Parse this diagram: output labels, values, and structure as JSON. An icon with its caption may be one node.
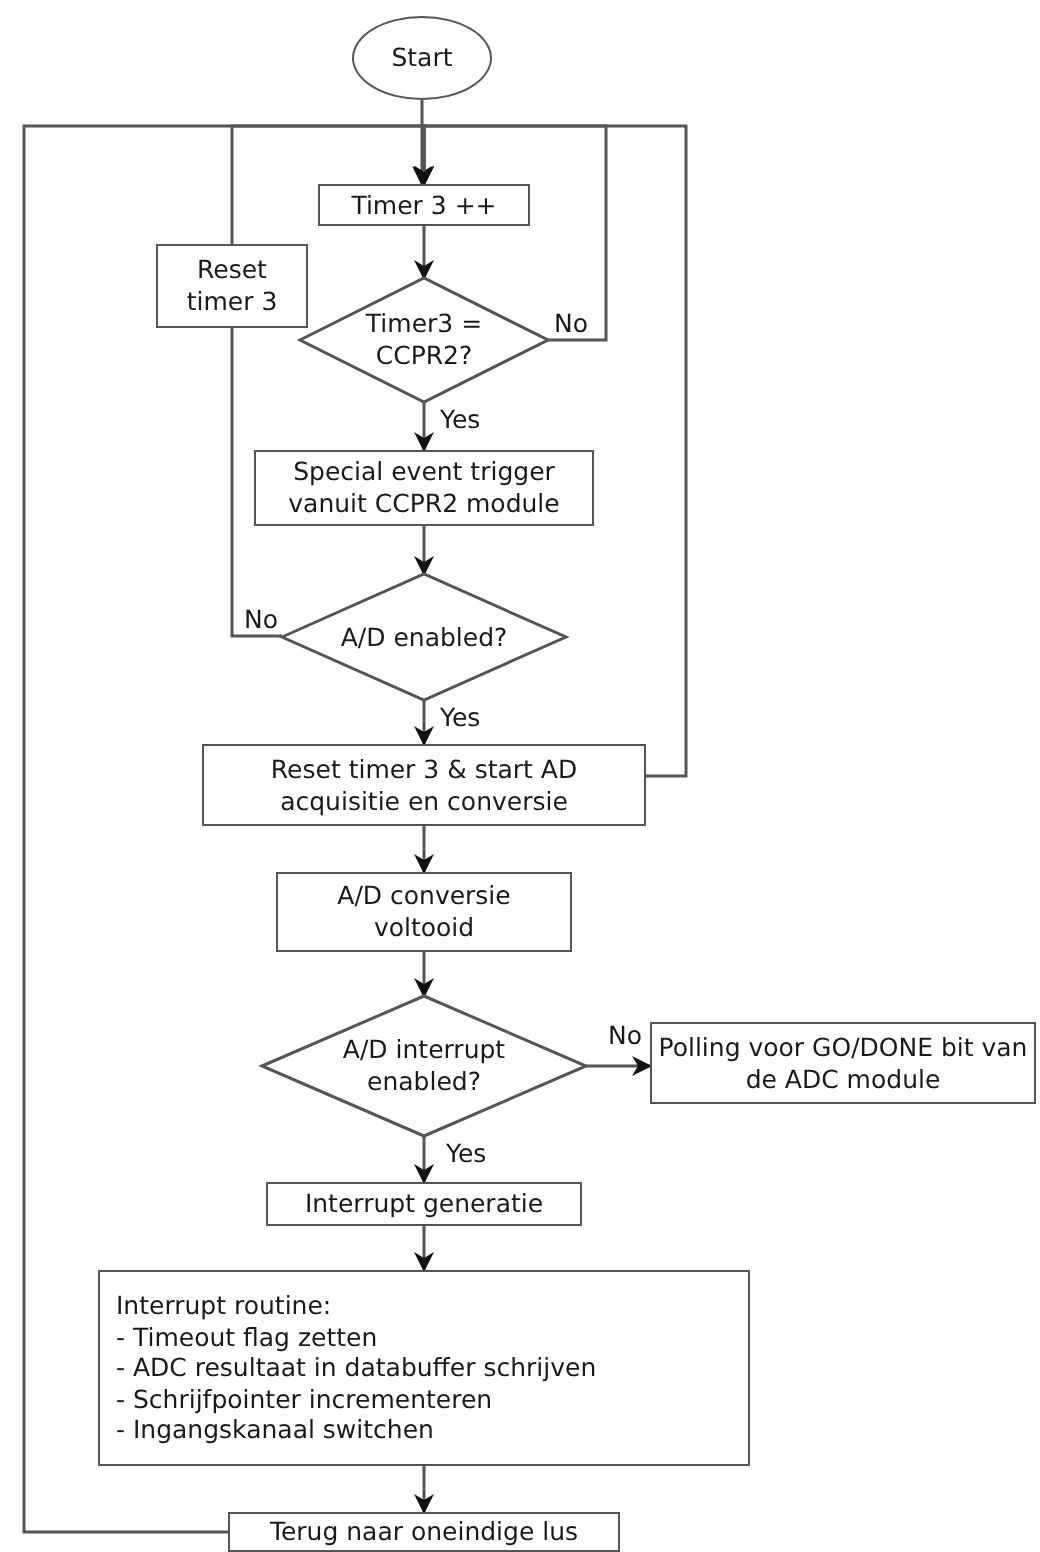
{
  "diagram": {
    "nodes": [
      {
        "text": [
          "Start"
        ]
      },
      {
        "text": [
          "Timer 3 ++"
        ]
      },
      {
        "text": [
          "Reset timer 3"
        ]
      },
      {
        "text": [
          "Timer3 = CCPR2?"
        ]
      },
      {
        "text": [
          "Special event trigger vanuit CCPR2 module"
        ]
      },
      {
        "text": [
          "A/D enabled?"
        ]
      },
      {
        "text": [
          "Reset timer 3 & start AD acquisitie en conversie"
        ]
      },
      {
        "text": [
          "A/D conversie voltooid"
        ]
      },
      {
        "text": [
          "A/D interrupt enabled?"
        ]
      },
      {
        "text": [
          "Polling voor GO/DONE bit van de ADC module"
        ]
      },
      {
        "text": [
          "Interrupt generatie"
        ]
      },
      {
        "text": [
          "Interrupt routine:",
          "- Timeout flag zetten",
          "- ADC resultaat in databuffer schrijven",
          "- Schrijfpointer incrementeren",
          "- Ingangskanaal switchen"
        ]
      },
      {
        "text": [
          "Terug naar oneindige lus"
        ]
      }
    ],
    "edges": [
      {
        "from": 0,
        "to": 1,
        "arrow": "to"
      },
      {
        "from": 3,
        "to": 1,
        "arrow": "to",
        "label": "No"
      },
      {
        "from": 2,
        "to": 1,
        "arrow": "to"
      },
      {
        "from": 6,
        "to": 1,
        "arrow": "to"
      },
      {
        "from": 12,
        "to": 1,
        "arrow": "to"
      },
      {
        "from": 1,
        "to": 3,
        "arrow": "to"
      },
      {
        "from": 3,
        "to": 4,
        "arrow": "to",
        "label": "Yes"
      },
      {
        "from": 4,
        "to": 5,
        "arrow": "to"
      },
      {
        "from": 5,
        "to": 2,
        "arrow": "none",
        "label": "No"
      },
      {
        "from": 5,
        "to": 6,
        "arrow": "to",
        "label": "Yes"
      },
      {
        "from": 6,
        "to": 7,
        "arrow": "to"
      },
      {
        "from": 7,
        "to": 8,
        "arrow": "to"
      },
      {
        "from": 8,
        "to": 9,
        "arrow": "to",
        "label": "No"
      },
      {
        "from": 8,
        "to": 10,
        "arrow": "to",
        "label": "Yes"
      },
      {
        "from": 10,
        "to": 11,
        "arrow": "to"
      },
      {
        "from": 11,
        "to": 12,
        "arrow": "to"
      }
    ]
  }
}
